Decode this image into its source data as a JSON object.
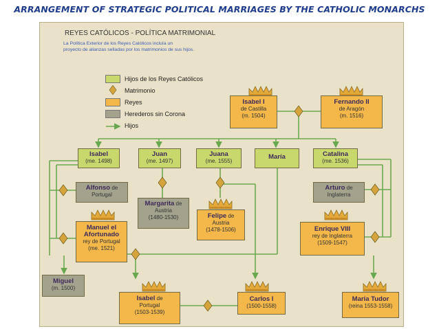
{
  "slide_title": "ARRANGEMENT OF STRATEGIC POLITICAL MARRIAGES BY THE CATHOLIC MONARCHS",
  "panel": {
    "title": "REYES CATÓLICOS - POLÍTICA MATRIMONIAL",
    "subtitle_line1": "La Política Exterior de los Reyes Católicos incluía un",
    "subtitle_line2": "proyecto de alianzas selladas por los matrimonios de sus hijos."
  },
  "legend": {
    "hijos": "Hijos de los Reyes Católicos",
    "matrimonio": "Matrimonio",
    "reyes": "Reyes",
    "herederos": "Herederos sin Corona",
    "hijos_arrow": "Hijos"
  },
  "colors": {
    "children": "#c8d86d",
    "kings": "#f3b74a",
    "heirs": "#a3a38d",
    "lines": "#6aa84f",
    "title": "#1f3d8c"
  },
  "people": {
    "isabel_i": {
      "name": "Isabel I",
      "line2": "de Castilla",
      "line3": "(m. 1504)"
    },
    "fernando_ii": {
      "name": "Fernando II",
      "line2": "de Aragón",
      "line3": "(m. 1516)"
    },
    "isabel": {
      "name": "Isabel",
      "line2": "(me. 1498)"
    },
    "juan": {
      "name": "Juan",
      "line2": "(me. 1497)"
    },
    "juana": {
      "name": "Juana",
      "line2": "(me. 1555)"
    },
    "maria": {
      "name": "María"
    },
    "catalina": {
      "name": "Catalina",
      "line2": "(me. 1536)"
    },
    "alfonso": {
      "name": "Alfonso",
      "suffix": " de",
      "line2": "Portugal"
    },
    "margarita": {
      "name": "Margarita",
      "suffix": " de",
      "line2": "Austria",
      "line3": "(1480-1530)"
    },
    "felipe": {
      "name": "Felipe",
      "suffix": " de",
      "line2": "Austria",
      "line3": "(1478-1506)"
    },
    "arturo": {
      "name": "Arturo",
      "suffix": " de",
      "line2": "Inglaterra"
    },
    "manuel": {
      "name": "Manuel el",
      "name2": "Afortunado",
      "line2": "rey de Portugal",
      "line3": "(me. 1521)"
    },
    "enrique": {
      "name": "Enrique VIII",
      "line2": "rey de Inglaterra",
      "line3": "(1509-1547)"
    },
    "miguel": {
      "name": "Miguel",
      "line2": "(m. 1500)"
    },
    "isabel_portugal": {
      "name": "Isabel",
      "suffix": " de",
      "line2": "Portugal",
      "line3": "(1503-1539)"
    },
    "carlos": {
      "name": "Carlos I",
      "line2": "(1500-1558)"
    },
    "maria_tudor": {
      "name": "María Tudor",
      "line2": "(reina 1553-1558)"
    }
  }
}
